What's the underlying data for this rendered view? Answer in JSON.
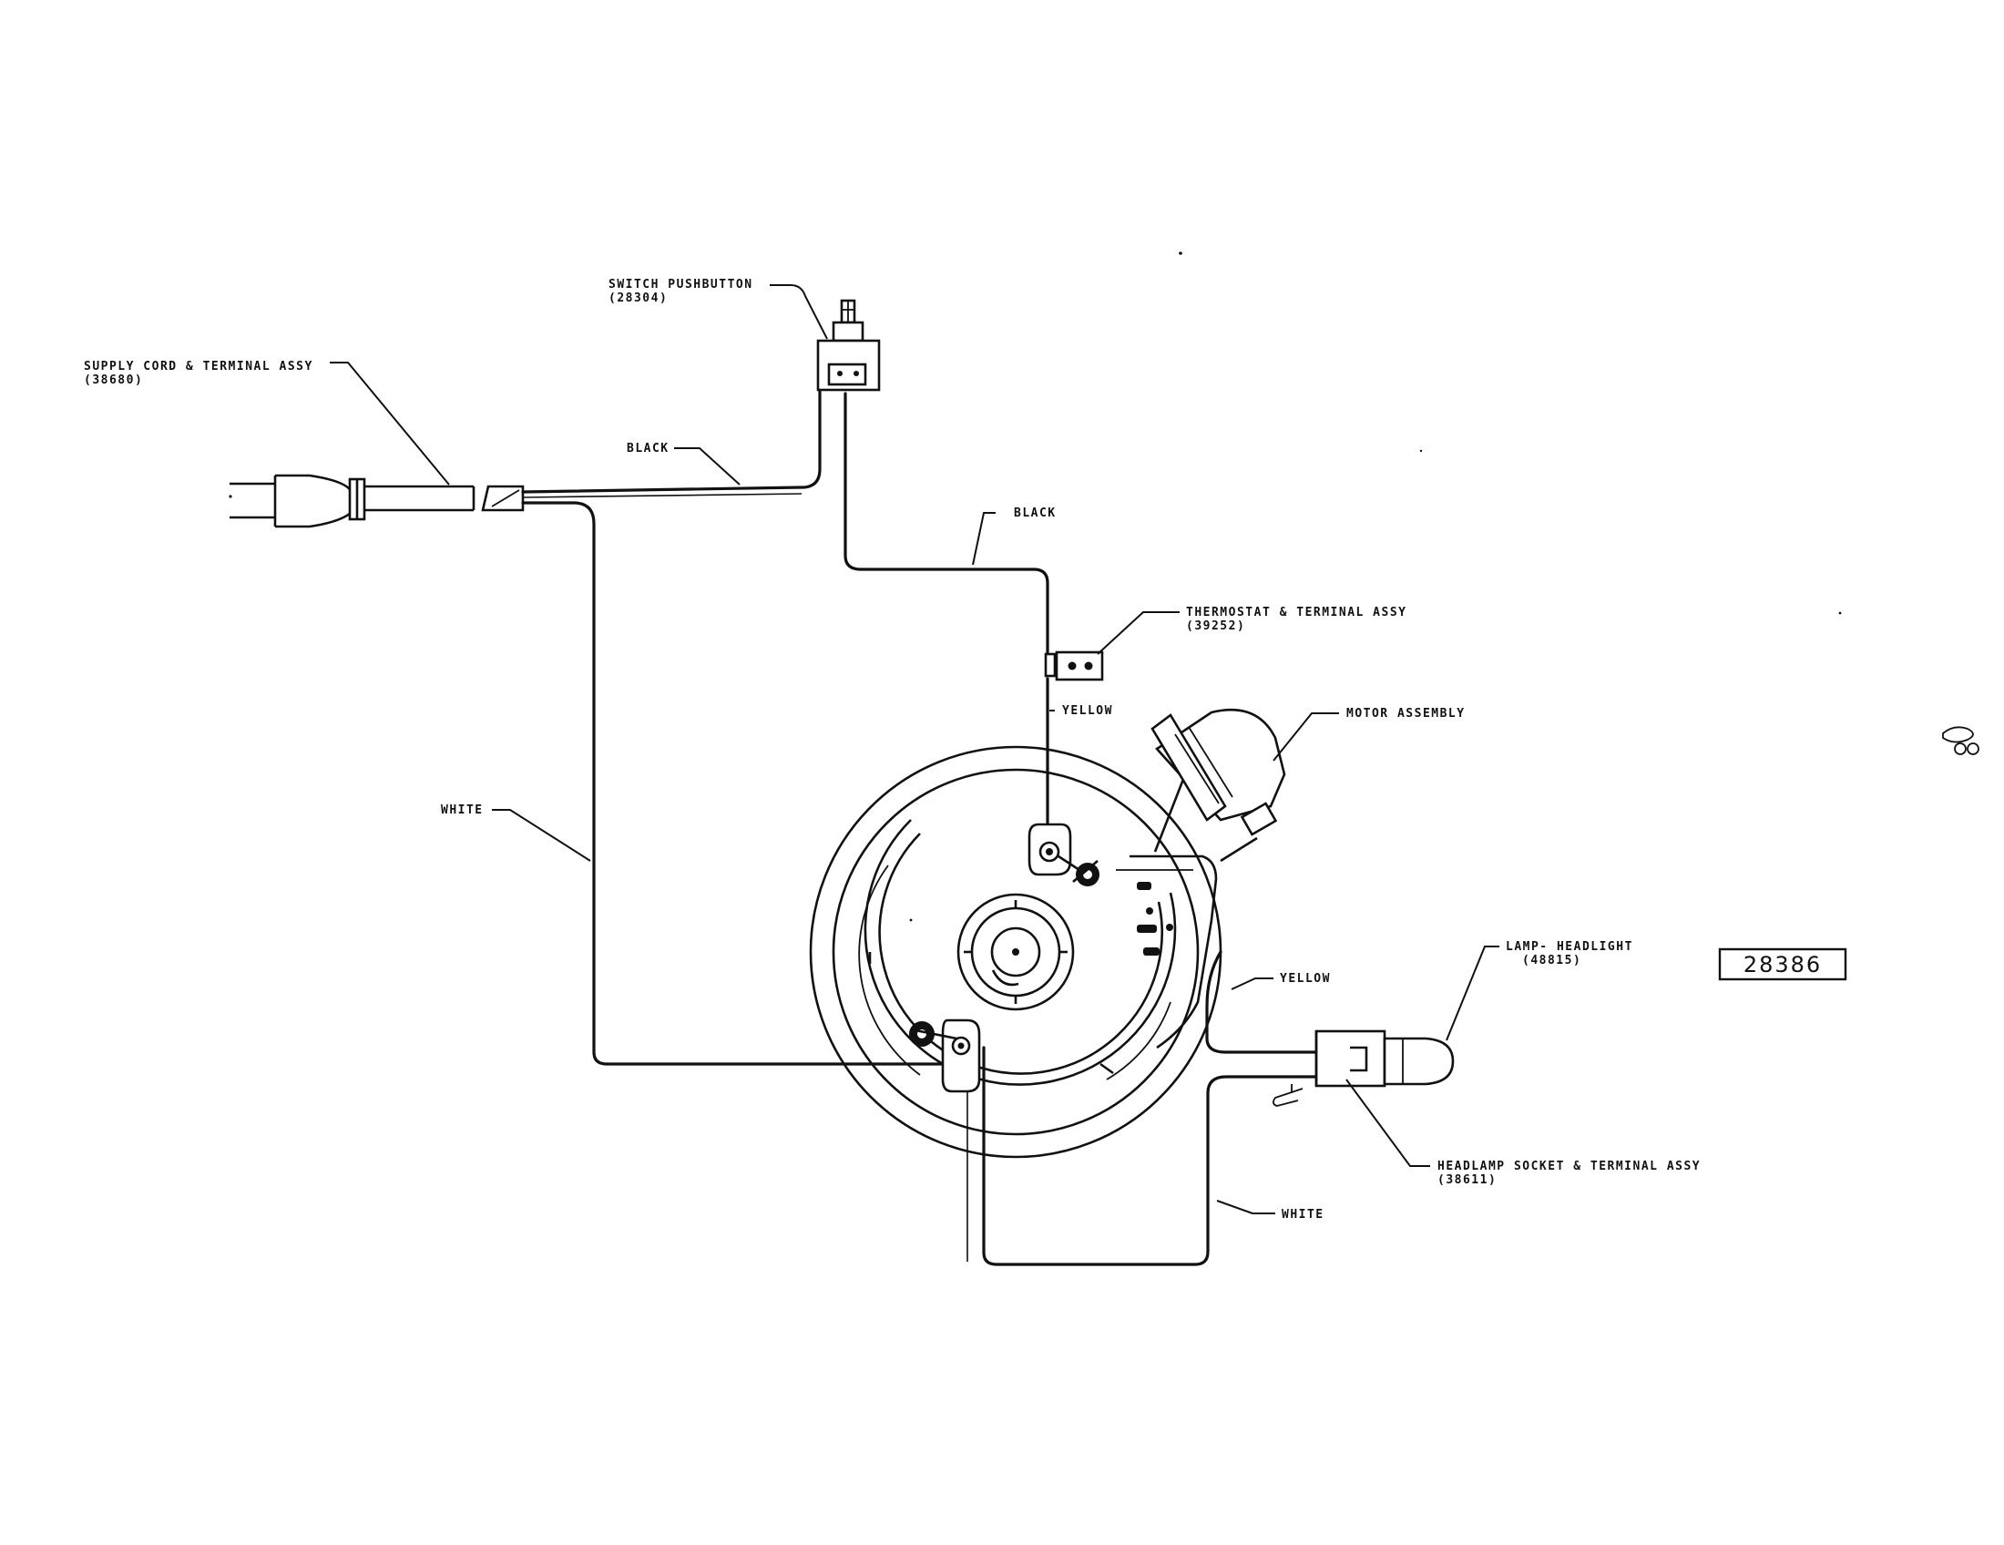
{
  "labels": {
    "switch": "SWITCH PUSHBUTTON",
    "switch_part": "(28304)",
    "supply_cord": "SUPPLY CORD & TERMINAL ASSY",
    "supply_cord_part": "(38680)",
    "black_1": "BLACK",
    "black_2": "BLACK",
    "thermostat": "THERMOSTAT & TERMINAL ASSY",
    "thermostat_part": "(39252)",
    "yellow_1": "YELLOW",
    "motor": "MOTOR ASSEMBLY",
    "white_1": "WHITE",
    "yellow_2": "YELLOW",
    "lamp": "LAMP- HEADLIGHT",
    "lamp_part": "(48815)",
    "socket": "HEADLAMP SOCKET & TERMINAL ASSY",
    "socket_part": "(38611)",
    "white_2": "WHITE"
  },
  "drawing_number": "28386",
  "colors": {
    "ink": "#111111",
    "paper": "#ffffff"
  }
}
